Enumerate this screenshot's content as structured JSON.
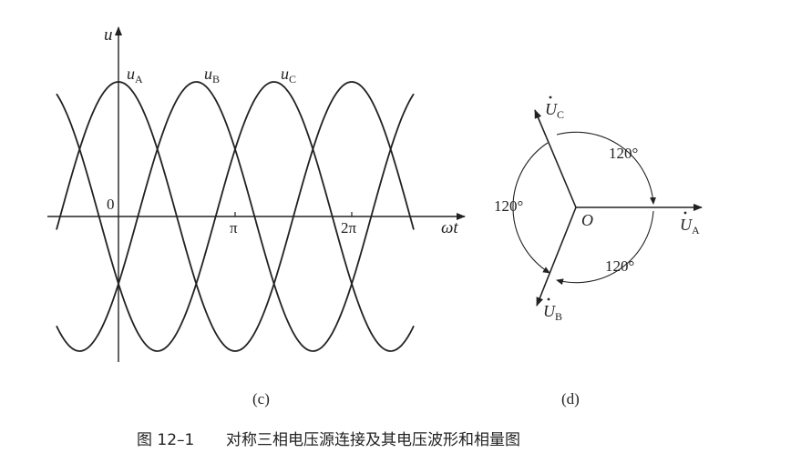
{
  "waveform": {
    "y_axis_label": "u",
    "x_axis_label": "ωt",
    "origin_label": "0",
    "tick_pi": "π",
    "tick_2pi": "2π",
    "curve_a": {
      "base": "u",
      "sub": "A"
    },
    "curve_b": {
      "base": "u",
      "sub": "B"
    },
    "curve_c": {
      "base": "u",
      "sub": "C"
    },
    "sublabel": "(c)"
  },
  "phasor": {
    "origin_label": "O",
    "ua": {
      "base": "U",
      "sub": "A"
    },
    "ub": {
      "base": "U",
      "sub": "B"
    },
    "uc": {
      "base": "U",
      "sub": "C"
    },
    "angle_top": "120°",
    "angle_left": "120°",
    "angle_bottom": "120°",
    "sublabel": "(d)"
  },
  "caption": {
    "number": "图 12–1",
    "text": "对称三相电压源连接及其电压波形和相量图"
  }
}
